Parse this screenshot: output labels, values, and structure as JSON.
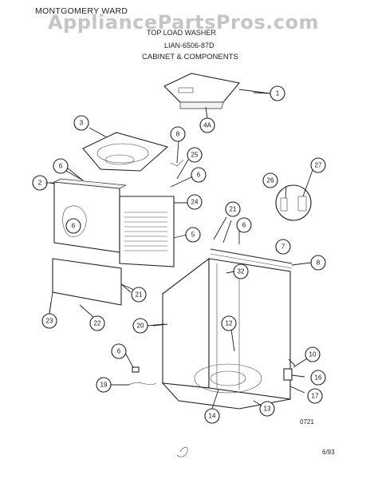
{
  "header": {
    "brand": "MONTGOMERY WARD",
    "watermark": "AppliancePartsPros.com",
    "product": "TOP LOAD WASHER",
    "model": "LIAN-6506-87D",
    "section": "CABINET & COMPONENTS"
  },
  "callouts": [
    "1",
    "4A",
    "3",
    "8",
    "25",
    "6",
    "6",
    "2",
    "24",
    "6",
    "5",
    "21",
    "6",
    "7",
    "8",
    "26",
    "27",
    "32",
    "21",
    "23",
    "22",
    "20",
    "12",
    "6",
    "10",
    "19",
    "16",
    "17",
    "14",
    "13"
  ],
  "footer": {
    "code": "0721",
    "date": "6/93"
  }
}
